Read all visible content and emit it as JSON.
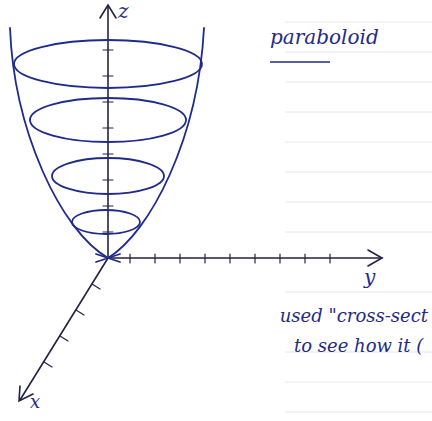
{
  "diagram": {
    "labels": [
      "z",
      "paraboloid",
      "y",
      "used \"cross-sect",
      "to see how it (",
      "x"
    ]
  }
}
